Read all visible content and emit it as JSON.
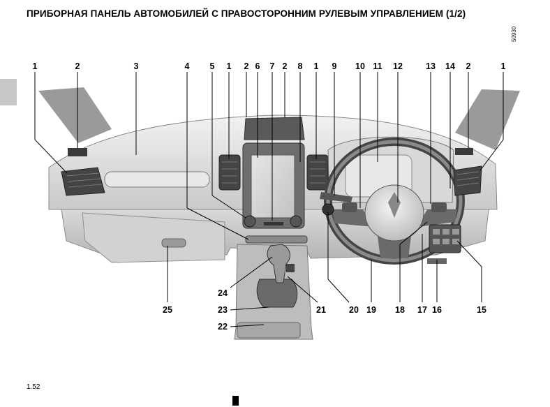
{
  "page": {
    "title": "ПРИБОРНАЯ ПАНЕЛЬ АВТОМОБИЛЕЙ С ПРАВОСТОРОННИМ РУЛЕВЫМ УПРАВЛЕНИЕМ (1/2)",
    "page_number": "1.52",
    "reference_code": "50930"
  },
  "callouts": [
    {
      "id": "c1a",
      "label": "1"
    },
    {
      "id": "c2a",
      "label": "2"
    },
    {
      "id": "c3",
      "label": "3"
    },
    {
      "id": "c4",
      "label": "4"
    },
    {
      "id": "c5",
      "label": "5"
    },
    {
      "id": "c1b",
      "label": "1"
    },
    {
      "id": "c2b",
      "label": "2"
    },
    {
      "id": "c6",
      "label": "6"
    },
    {
      "id": "c7",
      "label": "7"
    },
    {
      "id": "c2c",
      "label": "2"
    },
    {
      "id": "c8",
      "label": "8"
    },
    {
      "id": "c1c",
      "label": "1"
    },
    {
      "id": "c9",
      "label": "9"
    },
    {
      "id": "c10",
      "label": "10"
    },
    {
      "id": "c11",
      "label": "11"
    },
    {
      "id": "c12",
      "label": "12"
    },
    {
      "id": "c13",
      "label": "13"
    },
    {
      "id": "c14",
      "label": "14"
    },
    {
      "id": "c2d",
      "label": "2"
    },
    {
      "id": "c1d",
      "label": "1"
    },
    {
      "id": "c25",
      "label": "25"
    },
    {
      "id": "c24",
      "label": "24"
    },
    {
      "id": "c23",
      "label": "23"
    },
    {
      "id": "c22",
      "label": "22"
    },
    {
      "id": "c21",
      "label": "21"
    },
    {
      "id": "c20",
      "label": "20"
    },
    {
      "id": "c19",
      "label": "19"
    },
    {
      "id": "c18",
      "label": "18"
    },
    {
      "id": "c17",
      "label": "17"
    },
    {
      "id": "c16",
      "label": "16"
    },
    {
      "id": "c15",
      "label": "15"
    }
  ]
}
